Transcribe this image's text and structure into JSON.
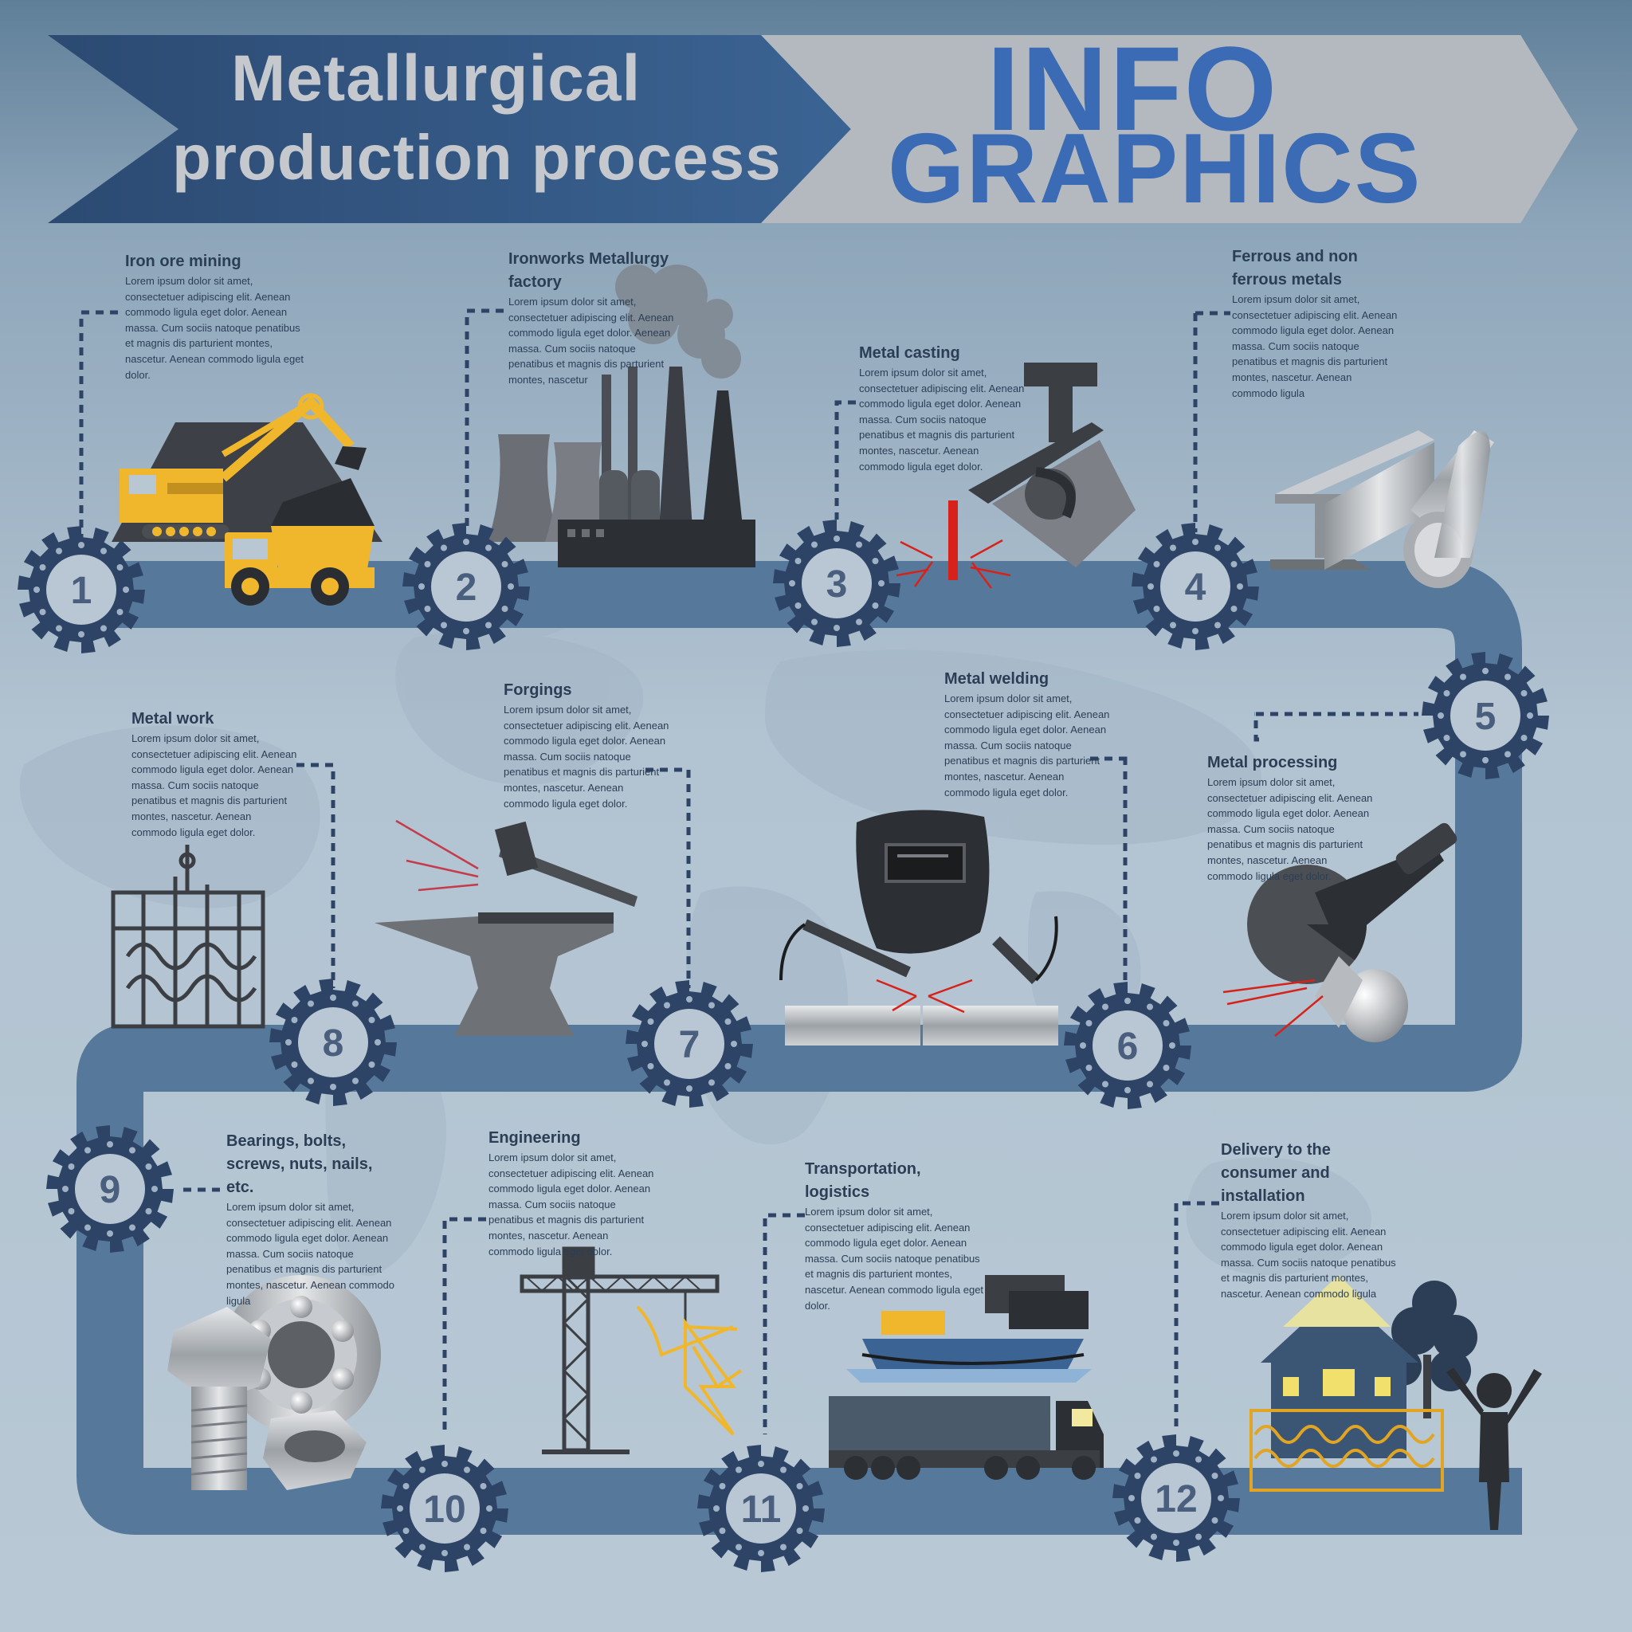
{
  "header": {
    "title_line1": "Metallurgical",
    "title_line2": "production process",
    "info_line1": "INFO",
    "info_line2": "GRAPHICS"
  },
  "lorem": "Lorem ipsum dolor sit amet, consectetuer adipiscing elit. Aenean commodo ligula eget dolor. Aenean massa. Cum sociis natoque penatibus et magnis dis parturient montes, nascetur. Aenean commodo ligula eget dolor.",
  "steps": [
    {
      "number": "1",
      "title": "Iron ore mining",
      "text": "Lorem ipsum dolor sit amet, consectetuer adipiscing elit. Aenean commodo ligula eget dolor. Aenean massa. Cum sociis natoque penatibus et magnis dis parturient montes, nascetur. Aenean commodo ligula eget dolor."
    },
    {
      "number": "2",
      "title": "Ironworks Metallurgy factory",
      "text": "Lorem ipsum dolor sit amet, consectetuer adipiscing elit. Aenean commodo ligula eget dolor. Aenean massa. Cum sociis natoque penatibus et magnis dis parturient montes, nascetur"
    },
    {
      "number": "3",
      "title": "Metal casting",
      "text": "Lorem ipsum dolor sit amet, consectetuer adipiscing elit. Aenean commodo ligula eget dolor. Aenean massa. Cum sociis natoque penatibus et magnis dis parturient montes, nascetur. Aenean commodo ligula eget dolor."
    },
    {
      "number": "4",
      "title": "Ferrous and non ferrous metals",
      "text": "Lorem ipsum dolor sit amet, consectetuer adipiscing elit. Aenean commodo ligula eget dolor. Aenean massa. Cum sociis natoque penatibus et magnis dis parturient montes, nascetur. Aenean commodo ligula"
    },
    {
      "number": "5",
      "title": "Metal processing",
      "text": "Lorem ipsum dolor sit amet, consectetuer adipiscing elit. Aenean commodo ligula eget dolor. Aenean massa. Cum sociis natoque penatibus et magnis dis parturient montes, nascetur. Aenean commodo ligula eget dolor."
    },
    {
      "number": "6",
      "title": "Metal welding",
      "text": "Lorem ipsum dolor sit amet, consectetuer adipiscing elit. Aenean commodo ligula eget dolor. Aenean massa. Cum sociis natoque penatibus et magnis dis parturient montes, nascetur. Aenean commodo ligula eget dolor."
    },
    {
      "number": "7",
      "title": "Forgings",
      "text": "Lorem ipsum dolor sit amet, consectetuer adipiscing elit. Aenean commodo ligula eget dolor. Aenean massa. Cum sociis natoque penatibus et magnis dis parturient montes, nascetur. Aenean commodo ligula eget dolor."
    },
    {
      "number": "8",
      "title": "Metal work",
      "text": "Lorem ipsum dolor sit amet, consectetuer adipiscing elit. Aenean commodo ligula eget dolor. Aenean massa. Cum sociis natoque penatibus et magnis dis parturient montes, nascetur. Aenean commodo ligula eget dolor."
    },
    {
      "number": "9",
      "title": "Bearings, bolts, screws, nuts, nails, etc.",
      "text": "Lorem ipsum dolor sit amet, consectetuer adipiscing elit. Aenean commodo ligula eget dolor. Aenean massa. Cum sociis natoque penatibus et magnis dis parturient montes, nascetur. Aenean commodo ligula"
    },
    {
      "number": "10",
      "title": "Engineering",
      "text": "Lorem ipsum dolor sit amet, consectetuer adipiscing elit. Aenean commodo ligula eget dolor. Aenean massa. Cum sociis natoque penatibus et magnis dis parturient montes, nascetur. Aenean commodo ligula eget dolor."
    },
    {
      "number": "11",
      "title": "Transportation, logistics",
      "text": "Lorem ipsum dolor sit amet, consectetuer adipiscing elit. Aenean commodo ligula eget dolor. Aenean massa. Cum sociis natoque penatibus et magnis dis parturient montes, nascetur. Aenean commodo ligula eget dolor."
    },
    {
      "number": "12",
      "title": "Delivery to the consumer and installation",
      "text": "Lorem ipsum dolor sit amet, consectetuer adipiscing elit. Aenean commodo ligula eget dolor. Aenean massa. Cum sociis natoque penatibus et magnis dis parturient montes, nascetur. Aenean commodo ligula"
    }
  ],
  "colors": {
    "track": "#56799b",
    "gear": "#2e4466",
    "banner_dark": "#2c4a72",
    "banner_light": "#b4b9bf",
    "accent_blue": "#3b6bb4",
    "yellow": "#f0b72d",
    "steel": "#a7abaf"
  },
  "icons": [
    "excavator-icon",
    "dump-truck-icon",
    "factory-icon",
    "ladle-icon",
    "steel-beam-icon",
    "pipe-icon",
    "angle-grinder-icon",
    "welding-mask-icon",
    "anvil-icon",
    "hammer-icon",
    "iron-gate-icon",
    "bearing-icon",
    "bolt-icon",
    "nut-icon",
    "tower-crane-icon",
    "oil-pump-icon",
    "cargo-ship-icon",
    "truck-icon",
    "house-icon",
    "tree-icon",
    "person-icon"
  ]
}
